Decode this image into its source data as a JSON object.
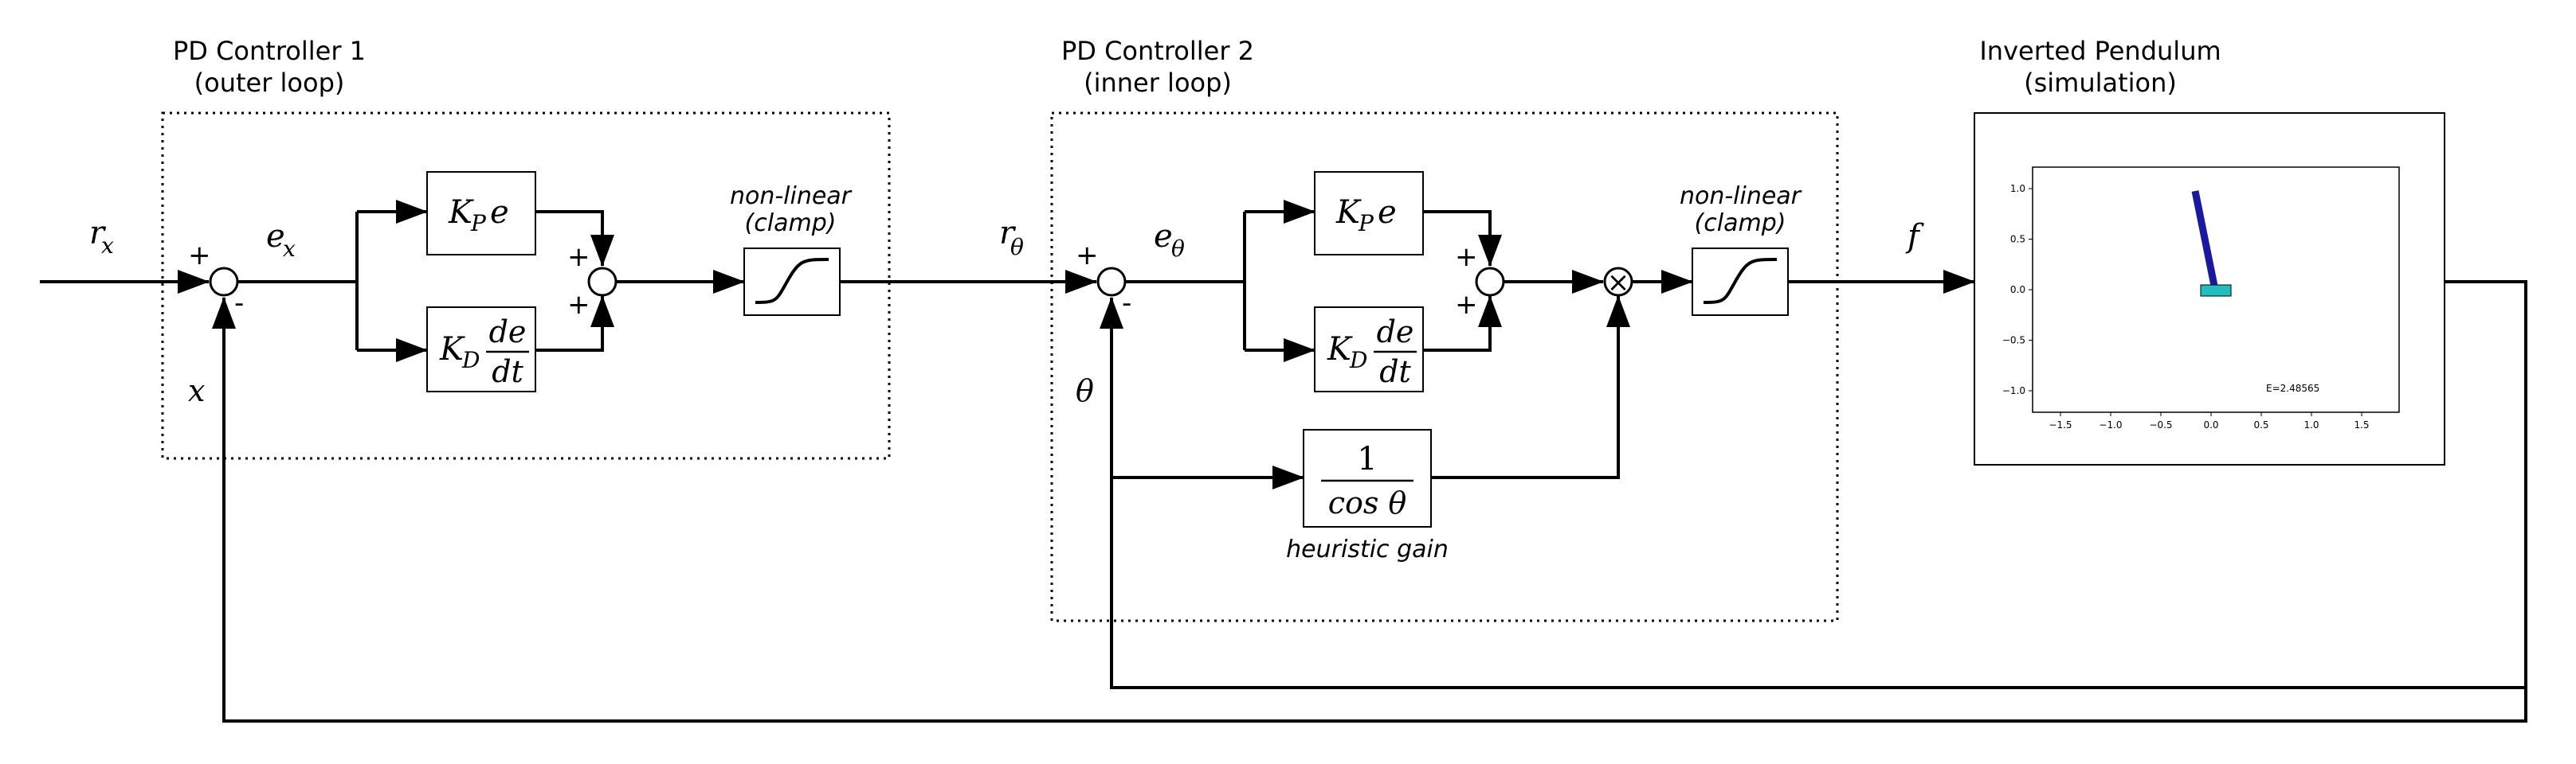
{
  "controller1": {
    "title": "PD Controller 1",
    "subtitle": "(outer loop)"
  },
  "controller2": {
    "title": "PD Controller 2",
    "subtitle": "(inner loop)"
  },
  "pendulum": {
    "title": "Inverted Pendulum",
    "subtitle": "(simulation)",
    "energy_label": "E=2.48565",
    "x_ticks": [
      "−1.5",
      "−1.0",
      "−0.5",
      "0.0",
      "0.5",
      "1.0",
      "1.5"
    ],
    "y_ticks": [
      "1.0",
      "0.5",
      "0.0",
      "−0.5",
      "−1.0"
    ],
    "cart_color": "#1fbfbf",
    "pole_color": "#1a1a9e"
  },
  "signals": {
    "r": "r",
    "x_sub": "x",
    "e": "e",
    "theta": "θ",
    "x": "x",
    "f": "f"
  },
  "signs": {
    "plus": "+",
    "minus": "-"
  },
  "blocks": {
    "kp": "K",
    "kp_sub": "P",
    "kp_e": "e",
    "kd": "K",
    "kd_sub": "D",
    "de": "de",
    "dt": "dt",
    "clamp_note_1": "non-linear",
    "clamp_note_2": "(clamp)",
    "cos_num": "1",
    "cos_den": "cos θ",
    "heuristic_label": "heuristic gain",
    "multiply": "×"
  }
}
